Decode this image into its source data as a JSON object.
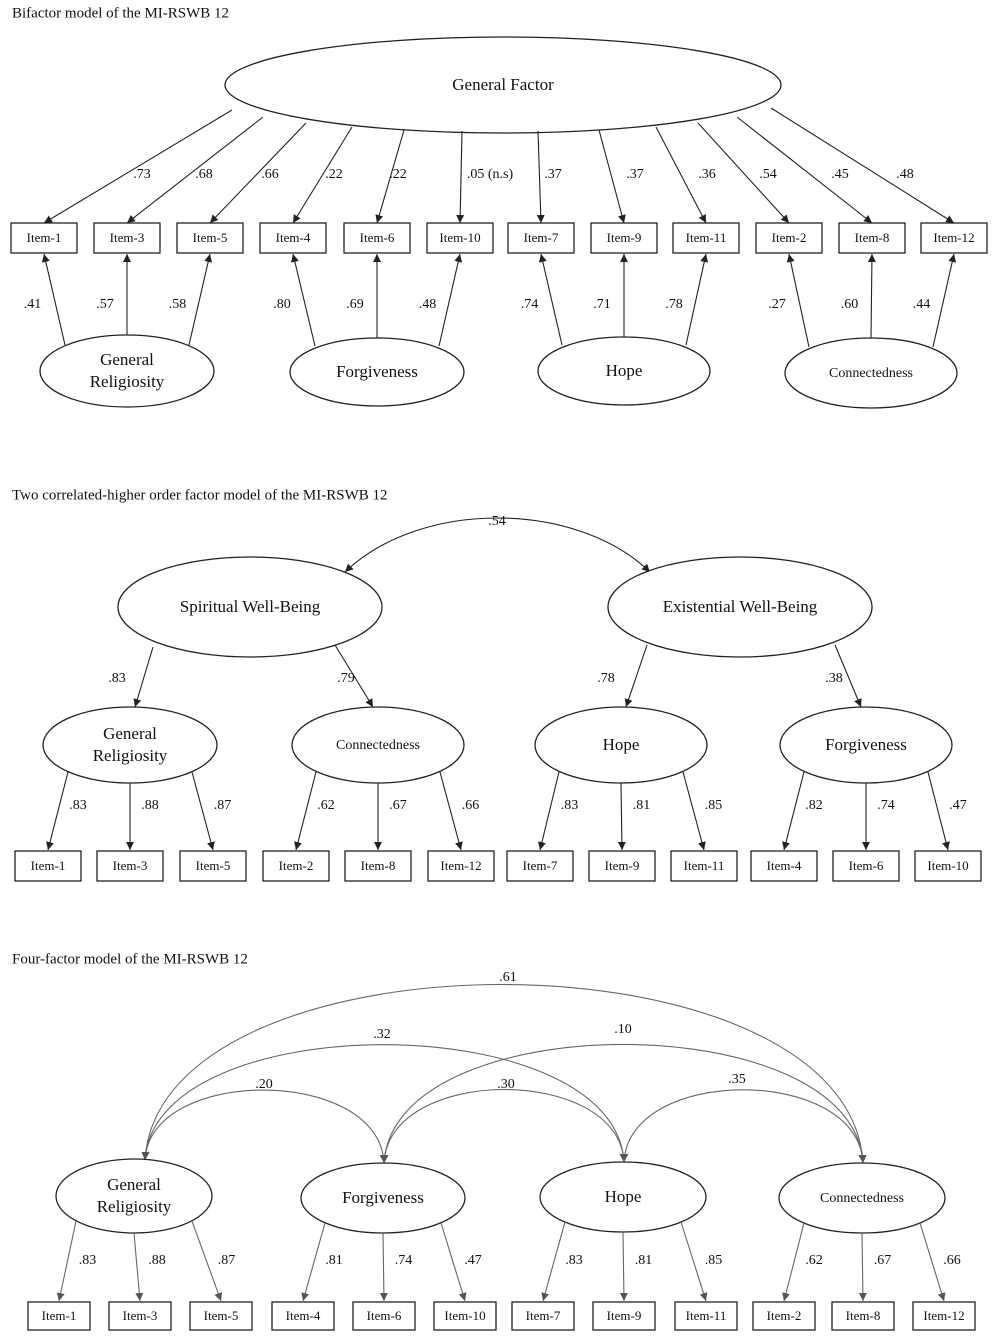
{
  "panels": {
    "bifactor": {
      "title": "Bifactor model of the MI-RSWB  12",
      "general_factor": "General Factor",
      "items": [
        "Item-1",
        "Item-3",
        "Item-5",
        "Item-4",
        "Item-6",
        "Item-10",
        "Item-7",
        "Item-9",
        "Item-11",
        "Item-2",
        "Item-8",
        "Item-12"
      ],
      "general_loadings": [
        ".73",
        ".68",
        ".66",
        ".22",
        ".22",
        ".05 (n.s)",
        ".37",
        ".37",
        ".36",
        ".54",
        ".45",
        ".48"
      ],
      "specific_factors": [
        {
          "label_lines": [
            "General",
            "Religiosity"
          ],
          "loadings": [
            ".41",
            ".57",
            ".58"
          ]
        },
        {
          "label_lines": [
            "Forgiveness"
          ],
          "loadings": [
            ".80",
            ".69",
            ".48"
          ]
        },
        {
          "label_lines": [
            "Hope"
          ],
          "loadings": [
            ".74",
            ".71",
            ".78"
          ]
        },
        {
          "label_lines": [
            "Connectedness"
          ],
          "loadings": [
            ".27",
            ".60",
            ".44"
          ]
        }
      ]
    },
    "higher_order": {
      "title": "Two correlated-higher  order factor model of the MI-RSWB  12",
      "correlation": ".54",
      "higher_factors": [
        {
          "label": "Spiritual  Well-Being",
          "loadings": [
            ".83",
            ".79"
          ]
        },
        {
          "label": "Existential Well-Being",
          "loadings": [
            ".78",
            ".38"
          ]
        }
      ],
      "first_order": [
        {
          "label_lines": [
            "General",
            "Religiosity"
          ],
          "items": [
            "Item-1",
            "Item-3",
            "Item-5"
          ],
          "loadings": [
            ".83",
            ".88",
            ".87"
          ]
        },
        {
          "label_lines": [
            "Connectedness"
          ],
          "items": [
            "Item-2",
            "Item-8",
            "Item-12"
          ],
          "loadings": [
            ".62",
            ".67",
            ".66"
          ]
        },
        {
          "label_lines": [
            "Hope"
          ],
          "items": [
            "Item-7",
            "Item-9",
            "Item-11"
          ],
          "loadings": [
            ".83",
            ".81",
            ".85"
          ]
        },
        {
          "label_lines": [
            "Forgiveness"
          ],
          "items": [
            "Item-4",
            "Item-6",
            "Item-10"
          ],
          "loadings": [
            ".82",
            ".74",
            ".47"
          ]
        }
      ]
    },
    "four_factor": {
      "title": "Four-factor  model of the MI-RSWB  12",
      "factors": [
        {
          "label_lines": [
            "General",
            "Religiosity"
          ],
          "items": [
            "Item-1",
            "Item-3",
            "Item-5"
          ],
          "loadings": [
            ".83",
            ".88",
            ".87"
          ]
        },
        {
          "label_lines": [
            "Forgiveness"
          ],
          "items": [
            "Item-4",
            "Item-6",
            "Item-10"
          ],
          "loadings": [
            ".81",
            ".74",
            ".47"
          ]
        },
        {
          "label_lines": [
            "Hope"
          ],
          "items": [
            "Item-7",
            "Item-9",
            "Item-11"
          ],
          "loadings": [
            ".83",
            ".81",
            ".85"
          ]
        },
        {
          "label_lines": [
            "Connectedness"
          ],
          "items": [
            "Item-2",
            "Item-8",
            "Item-12"
          ],
          "loadings": [
            ".62",
            ".67",
            ".66"
          ]
        }
      ],
      "correlations": {
        "gr_conn": ".61",
        "gr_hope": ".32",
        "forg_conn": ".10",
        "gr_forg": ".20",
        "forg_hope": ".30",
        "hope_conn": ".35"
      }
    }
  }
}
